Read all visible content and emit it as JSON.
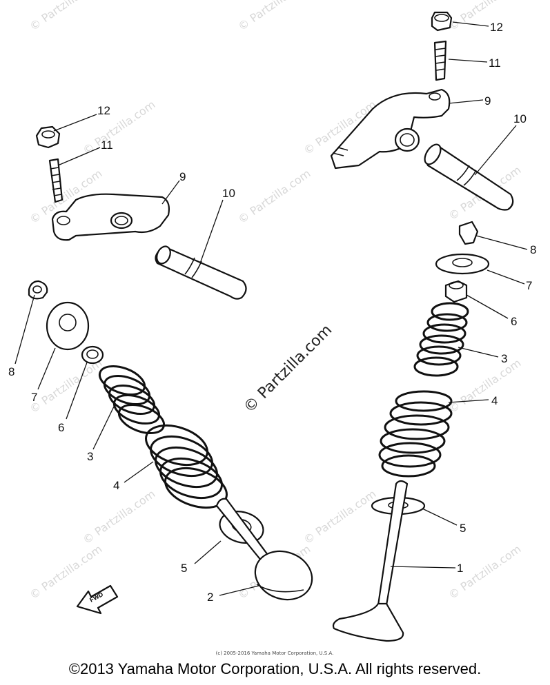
{
  "watermark": {
    "text": "© Partzilla.com"
  },
  "center_watermark": "© Partzilla.com",
  "fwd_label": "FWD",
  "small_copyright": "(c) 2005-2016 Yamaha Motor Corporation, U.S.A.",
  "footer_copyright": "©2013 Yamaha Motor Corporation, U.S.A. All rights reserved.",
  "callouts": {
    "left": {
      "n12": "12",
      "n11": "11",
      "n9": "9",
      "n10": "10",
      "n8": "8",
      "n7": "7",
      "n6": "6",
      "n3": "3",
      "n4": "4",
      "n5": "5",
      "n2": "2"
    },
    "right": {
      "n12": "12",
      "n11": "11",
      "n9": "9",
      "n10": "10",
      "n8": "8",
      "n7": "7",
      "n6": "6",
      "n3": "3",
      "n4": "4",
      "n5": "5",
      "n1": "1"
    }
  }
}
